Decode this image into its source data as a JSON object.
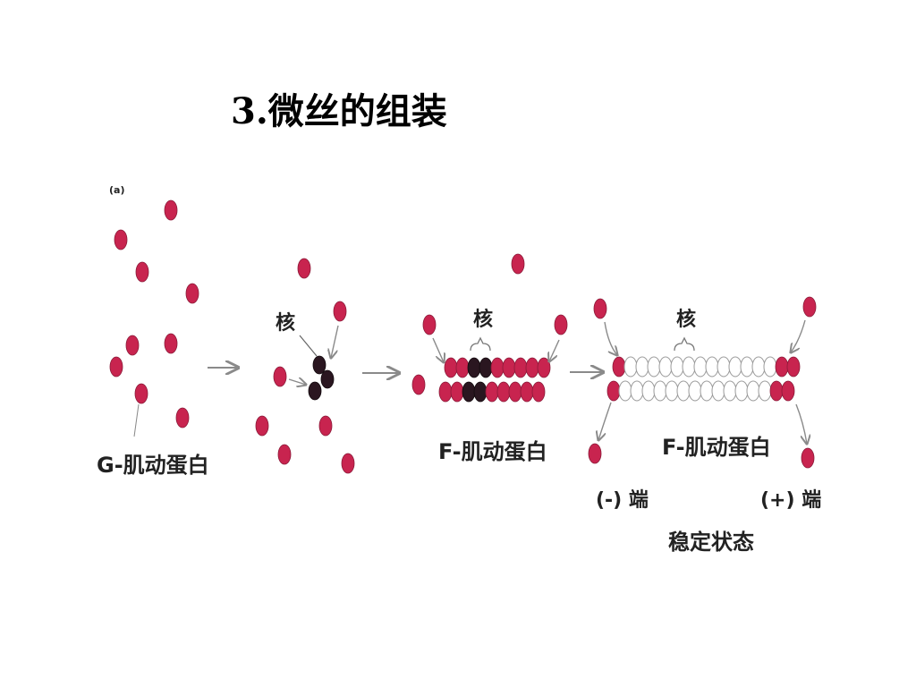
{
  "title": "3.微丝的组装",
  "panel_marker": "(a)",
  "labels": {
    "g_actin": "G-肌动蛋白",
    "nucleus": "核",
    "f_actin": "F-肌动蛋白",
    "minus_end": "(-) 端",
    "plus_end": "(+) 端",
    "steady_state": "稳定状态"
  },
  "colors": {
    "monomer": "#c8244f",
    "nucleus": "#2a1620",
    "filament_outline": "#9a9a9a",
    "arrow": "#8a8a8a"
  }
}
